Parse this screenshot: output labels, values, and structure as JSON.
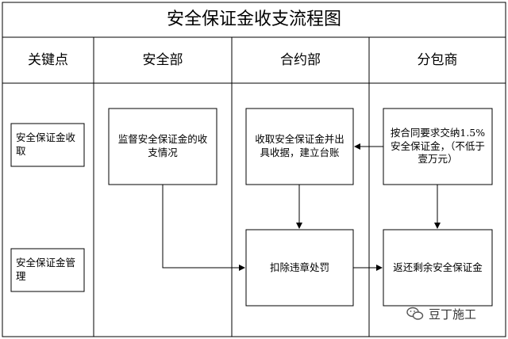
{
  "title": "安全保证金收支流程图",
  "headers": [
    "关键点",
    "安全部",
    "合约部",
    "分包商"
  ],
  "key_points": [
    "安全保证金收取",
    "安全保证金管理"
  ],
  "nodes": {
    "safety_monitor": "监督安全保证金的收支情况",
    "contract_collect": "收取安全保证金并出具收据，建立台账",
    "sub_pay": "按合同要求交纳1.5%安全保证金，（不低于壹万元）",
    "contract_penalty": "扣除违章处罚",
    "sub_return": "返还剩余安全保证金"
  },
  "watermark": "豆丁施工"
}
